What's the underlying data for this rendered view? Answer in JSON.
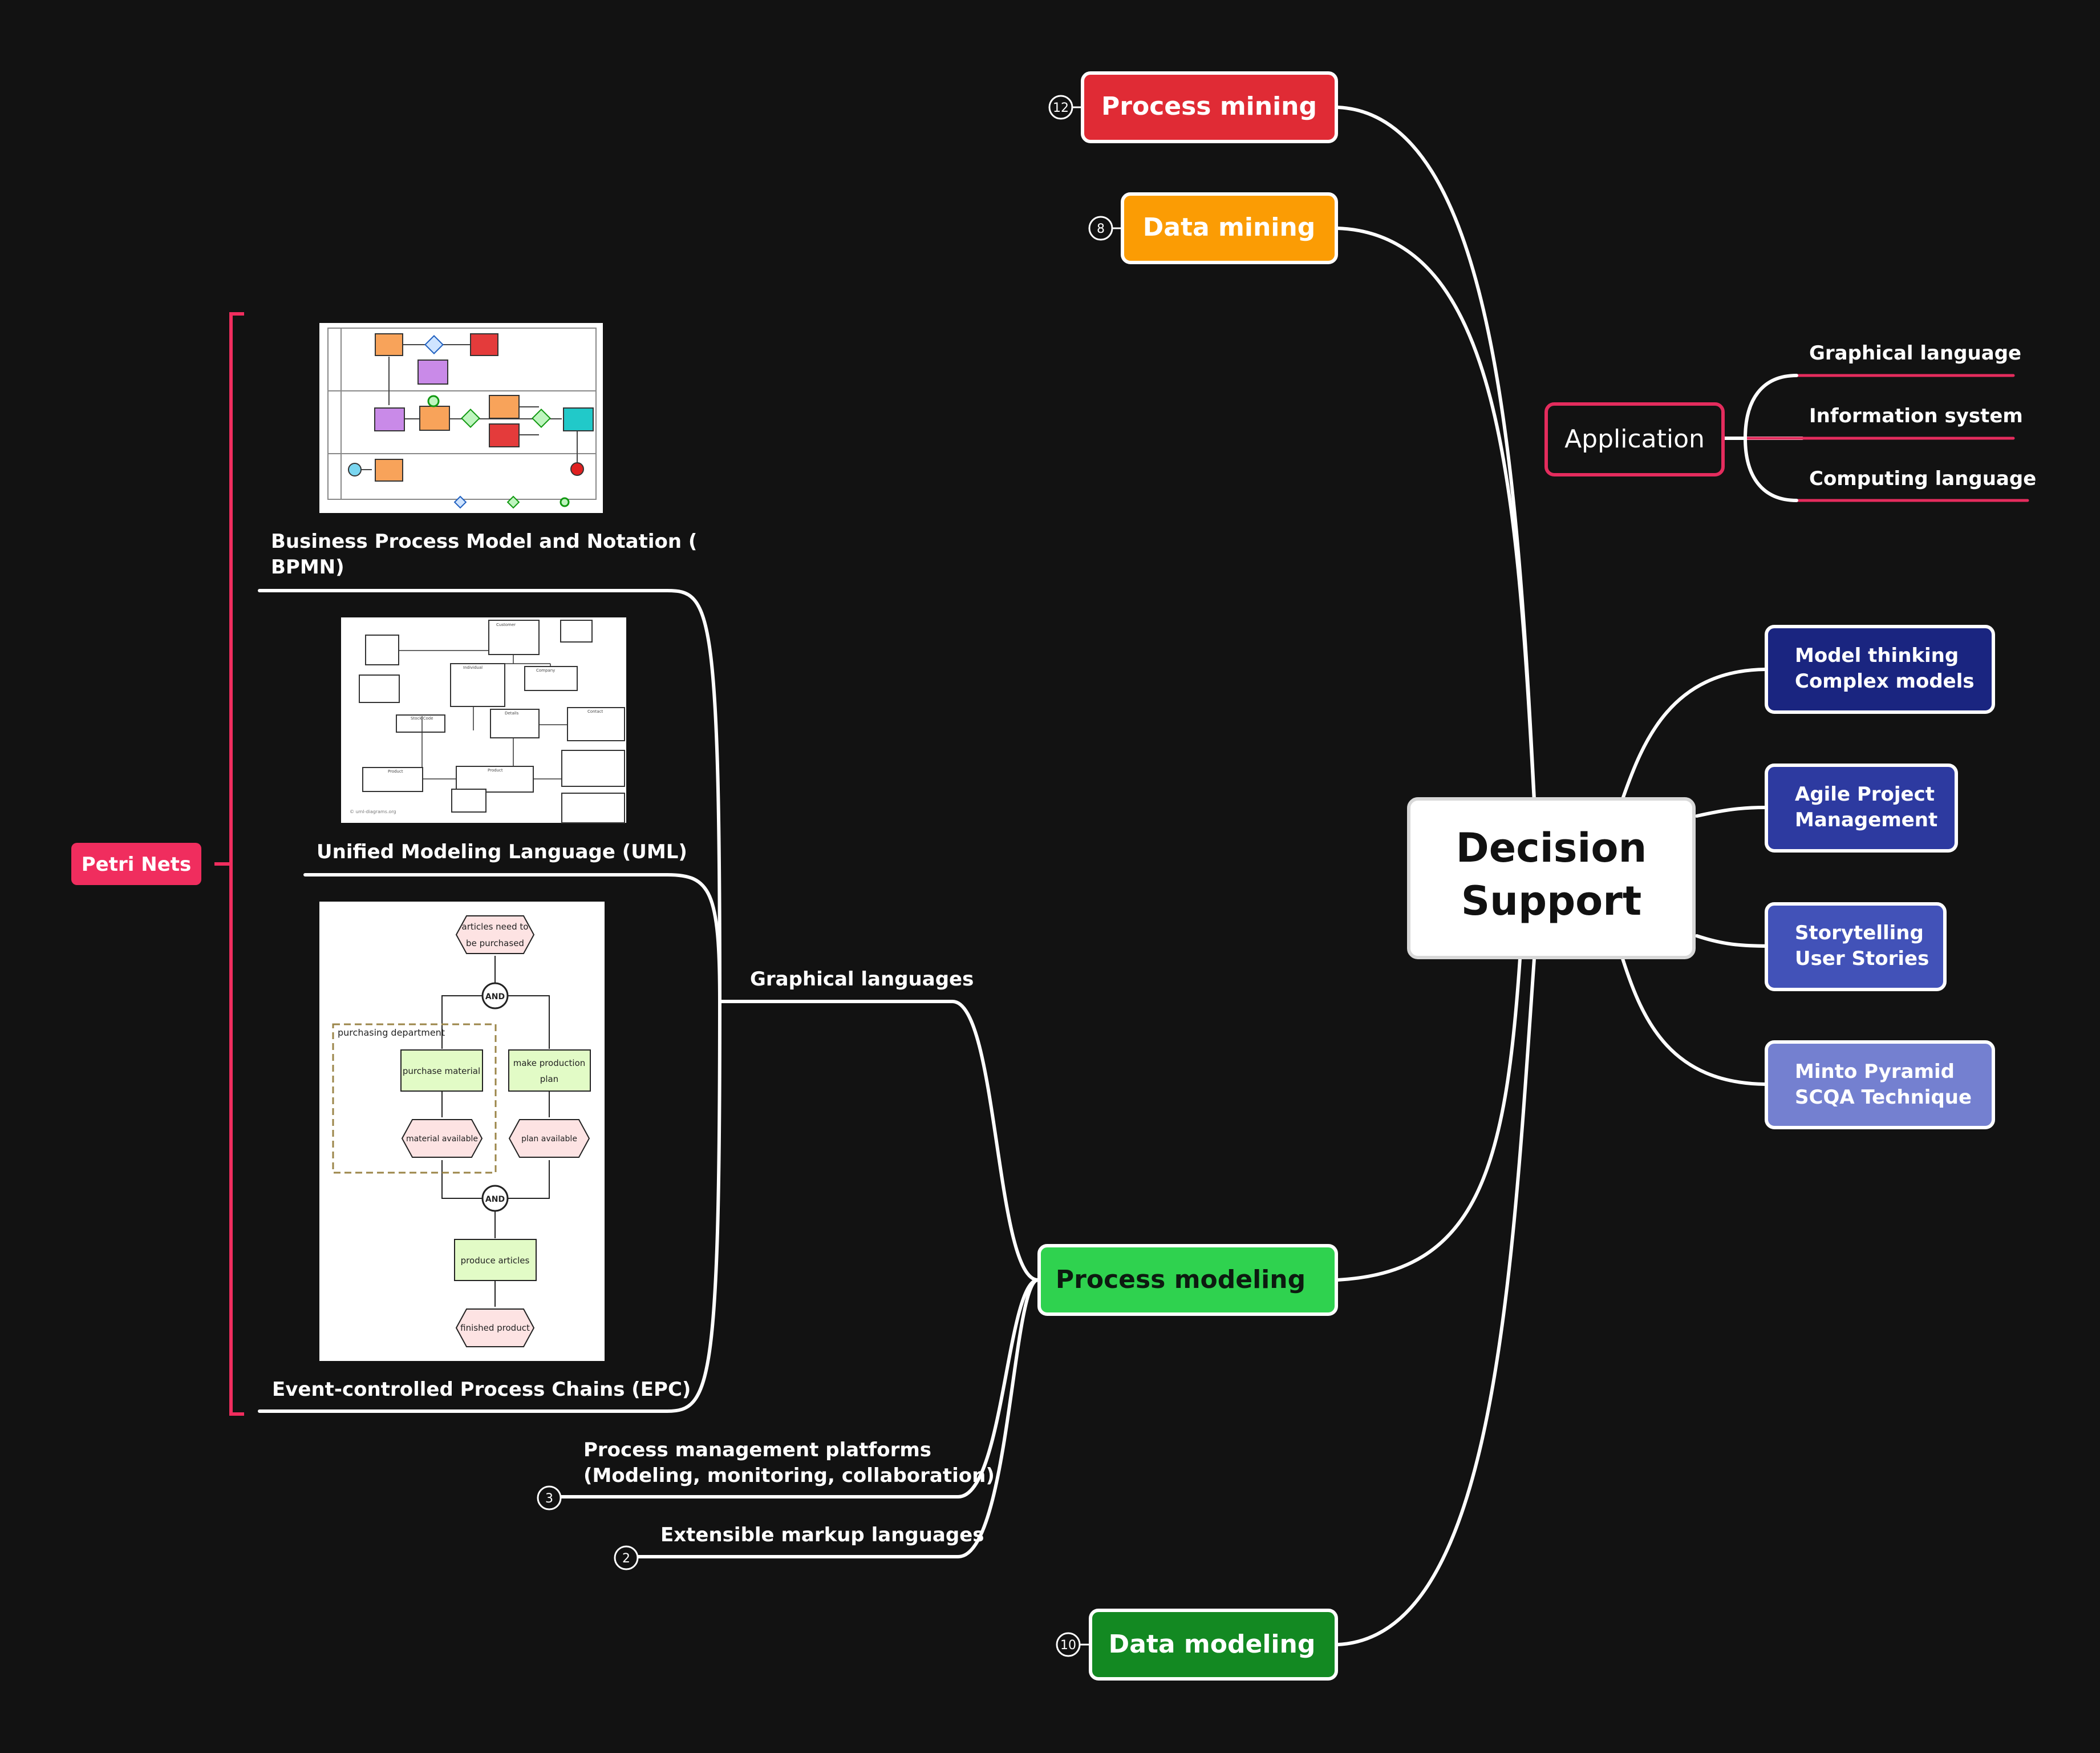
{
  "central": {
    "line1": "Decision",
    "line2": "Support"
  },
  "branches": {
    "process_mining": {
      "label": "Process mining",
      "count": "12",
      "color": "#e02b35"
    },
    "data_mining": {
      "label": "Data mining",
      "count": "8",
      "color": "#fb9c04"
    },
    "process_modeling": {
      "label": "Process modeling",
      "color": "#2fd24f"
    },
    "data_modeling": {
      "label": "Data modeling",
      "count": "10",
      "color": "#138922"
    }
  },
  "application": {
    "label": "Application",
    "color": "#e42c5d",
    "items": [
      "Graphical language",
      "Information system",
      "Computing language"
    ]
  },
  "methods": [
    {
      "line1": "Model thinking",
      "line2": "Complex models",
      "color": "#1a2580"
    },
    {
      "line1": "Agile Project",
      "line2": "Management",
      "color": "#2d3aa0"
    },
    {
      "line1": "Storytelling",
      "line2": "User Stories",
      "color": "#4252b8"
    },
    {
      "line1": "Minto Pyramid",
      "line2": "SCQA Technique",
      "color": "#7480d0"
    }
  ],
  "graphical_languages": {
    "label": "Graphical languages",
    "bpmn": {
      "line1": "Business Process Model and Notation (",
      "line2": "BPMN)"
    },
    "uml": {
      "label": "Unified Modeling Language (UML)",
      "watermark": "© uml-diagrams.org"
    },
    "epc": {
      "label": "Event-controlled Process Chains (EPC)",
      "nodes": {
        "start_l1": "articles need to",
        "start_l2": "be purchased",
        "and": "AND",
        "department": "purchasing department",
        "purchase": "purchase material",
        "plan_l1": "make production",
        "plan_l2": "plan",
        "mat_avail": "material available",
        "plan_avail": "plan available",
        "produce": "produce articles",
        "finished": "finished product"
      }
    }
  },
  "process_platforms": {
    "line1": "Process management platforms",
    "line2": "(Modeling, monitoring, collaboration)",
    "count": "3"
  },
  "markup": {
    "label": "Extensible markup languages",
    "count": "2"
  },
  "petri": {
    "label": "Petri Nets",
    "color": "#f02d5e"
  }
}
